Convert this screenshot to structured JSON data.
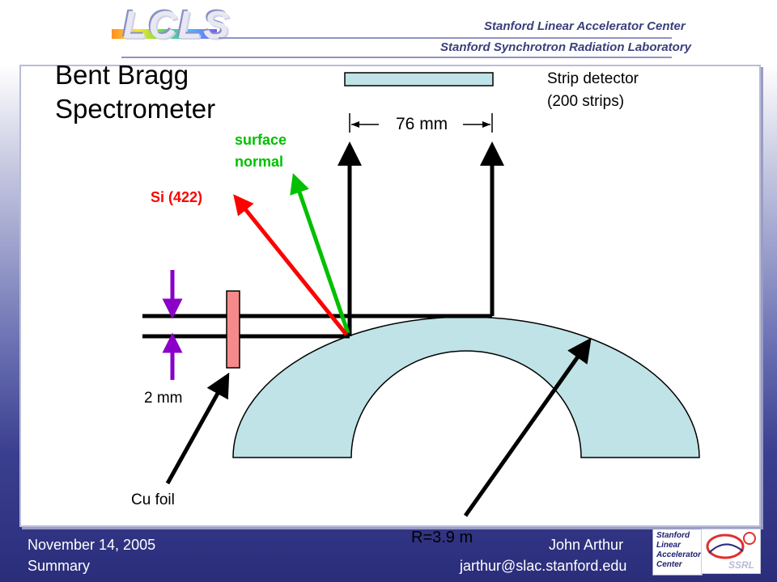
{
  "header": {
    "logo": "LCLS",
    "org_line1": "Stanford Linear Accelerator Center",
    "org_line2": "Stanford Synchrotron Radiation Laboratory"
  },
  "slide": {
    "title_line1": "Bent Bragg",
    "title_line2": "Spectrometer"
  },
  "diagram": {
    "detector_label_line1": "Strip detector",
    "detector_label_line2": "(200 strips)",
    "width_label": "76 mm",
    "surface_normal_line1": "surface",
    "surface_normal_line2": "normal",
    "reflection_label": "Si (422)",
    "beam_size_label": "2 mm",
    "foil_label": "Cu foil",
    "radius_label": "R=3.9 m",
    "colors": {
      "reflection": "#ff0000",
      "surface_normal": "#00c000",
      "beam_size_arrows": "#8a00c8",
      "crystal": "#bfe3e6",
      "foil": "#f58a8a",
      "detector": "#bfe3e6"
    }
  },
  "footer": {
    "date": "November 14, 2005",
    "section": "Summary",
    "author": "John Arthur",
    "email": "jarthur@slac.stanford.edu",
    "slac_logo_lines": [
      "Stanford",
      "Linear",
      "Accelerator",
      "Center"
    ],
    "ssrl_logo": "SSRL"
  }
}
